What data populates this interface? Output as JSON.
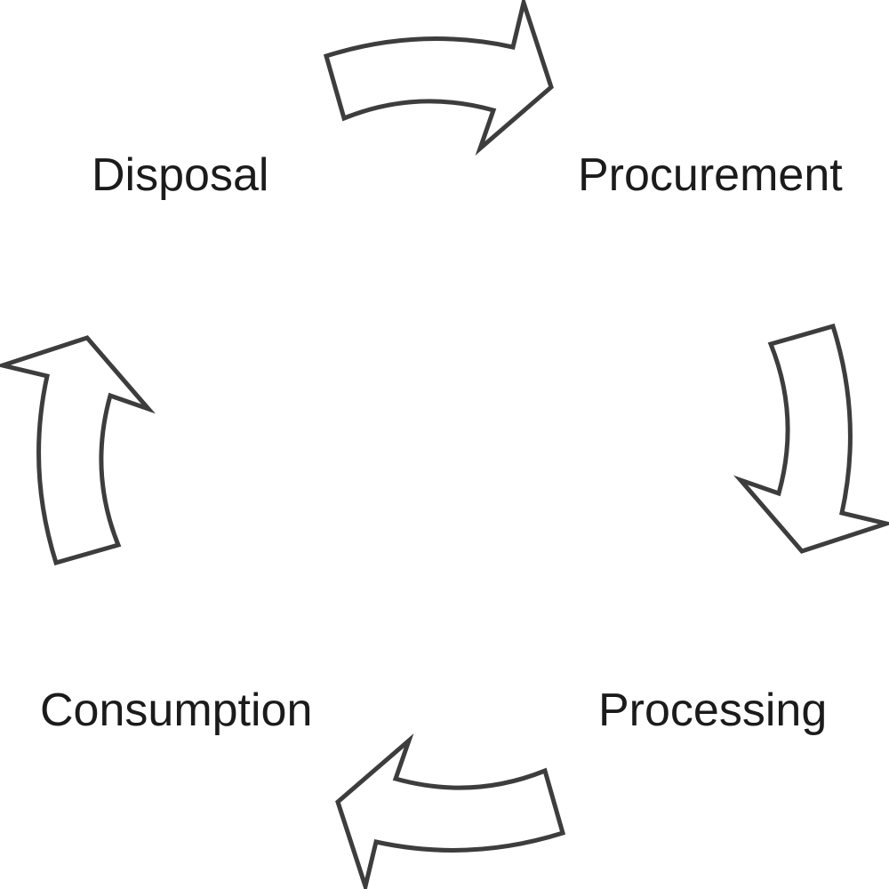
{
  "diagram": {
    "type": "cycle",
    "direction": "clockwise",
    "stages": [
      {
        "label": "Disposal",
        "position": "top-left"
      },
      {
        "label": "Procurement",
        "position": "top-right"
      },
      {
        "label": "Processing",
        "position": "bottom-right"
      },
      {
        "label": "Consumption",
        "position": "bottom-left"
      }
    ],
    "arrows": [
      {
        "name": "top-arrow",
        "from": "Disposal",
        "to": "Procurement",
        "points": "right"
      },
      {
        "name": "right-arrow",
        "from": "Procurement",
        "to": "Processing",
        "points": "down"
      },
      {
        "name": "bottom-arrow",
        "from": "Processing",
        "to": "Consumption",
        "points": "left"
      },
      {
        "name": "left-arrow",
        "from": "Consumption",
        "to": "Disposal",
        "points": "up"
      }
    ],
    "colors": {
      "background": "#ffffff",
      "arrow_fill": "#ffffff",
      "arrow_stroke": "#3d3d3d",
      "text": "#1b1b1b"
    }
  }
}
